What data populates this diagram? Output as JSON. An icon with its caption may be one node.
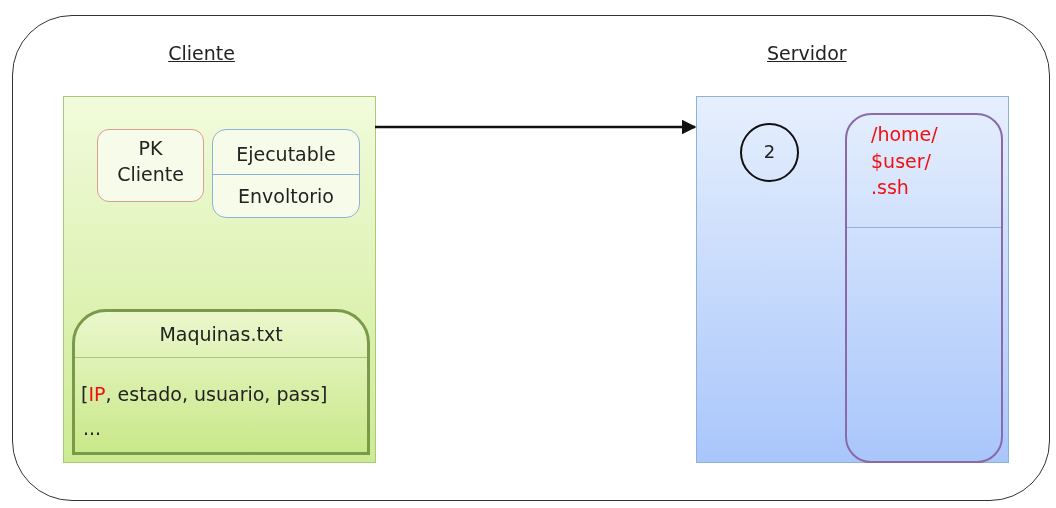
{
  "diagram": {
    "nodes": [
      {
        "text": [],
        "shape": "box"
      },
      {
        "text": [
          "Cliente"
        ],
        "in": 0
      },
      {
        "text": [
          "PK Cliente"
        ],
        "in": 1
      },
      {
        "text": [
          "Ejecutable",
          "Envoltorio"
        ],
        "in": 1
      },
      {
        "text": [
          "Maquinas.txt",
          "[**IP**, estado, usuario, pass]",
          "..."
        ],
        "in": 1
      },
      {
        "text": [
          "Servidor"
        ],
        "in": 0
      },
      {
        "text": [
          "2"
        ],
        "in": 5
      },
      {
        "text": [
          "/home/ $user/ .ssh"
        ],
        "in": 5
      }
    ],
    "edges": [
      {
        "from": 1,
        "to": 5,
        "arrow": "to"
      }
    ]
  }
}
